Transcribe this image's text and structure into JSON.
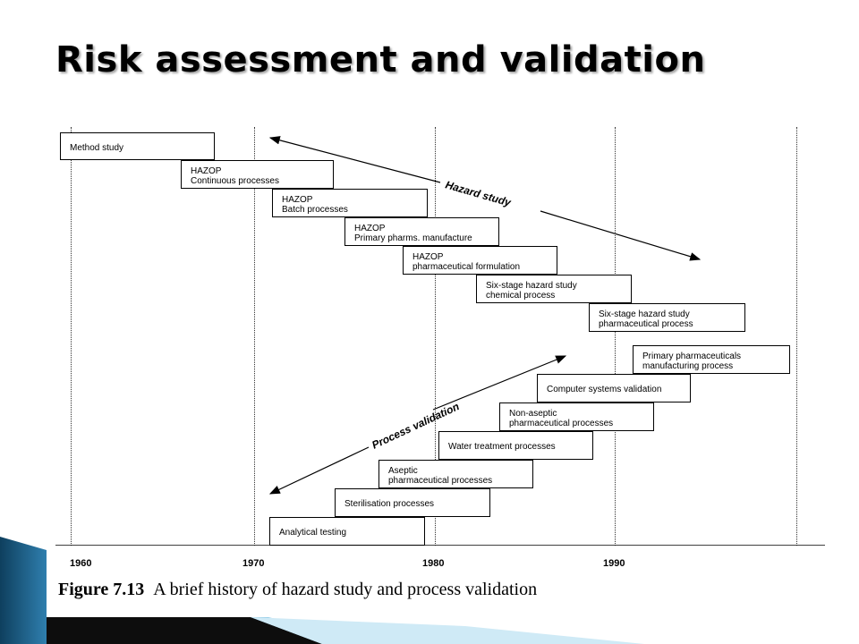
{
  "slide": {
    "title": "Risk assessment and validation"
  },
  "figure": {
    "caption_label": "Figure 7.13",
    "caption_text": "A brief history of hazard study and process validation",
    "axis_ticks": [
      "1960",
      "1970",
      "1980",
      "1990"
    ],
    "hazard_arrow_label": "Hazard study",
    "process_arrow_label": "Process validation",
    "hazard_boxes": [
      {
        "line1": "Method study",
        "line2": ""
      },
      {
        "line1": "HAZOP",
        "line2": "Continuous processes"
      },
      {
        "line1": "HAZOP",
        "line2": "Batch processes"
      },
      {
        "line1": "HAZOP",
        "line2": "Primary pharms. manufacture"
      },
      {
        "line1": "HAZOP",
        "line2": "pharmaceutical formulation"
      },
      {
        "line1": "Six-stage hazard study",
        "line2": "chemical process"
      },
      {
        "line1": "Six-stage hazard study",
        "line2": "pharmaceutical process"
      }
    ],
    "validation_boxes": [
      {
        "line1": "Primary pharmaceuticals",
        "line2": "manufacturing process"
      },
      {
        "line1": "Computer systems validation",
        "line2": ""
      },
      {
        "line1": "Non-aseptic",
        "line2": "pharmaceutical processes"
      },
      {
        "line1": "Water treatment processes",
        "line2": ""
      },
      {
        "line1": "Aseptic",
        "line2": "pharmaceutical processes"
      },
      {
        "line1": "Sterilisation processes",
        "line2": ""
      },
      {
        "line1": "Analytical testing",
        "line2": ""
      }
    ]
  },
  "colors": {
    "accent_dark": "#1f5f86",
    "accent_light": "#9fd3ec"
  }
}
